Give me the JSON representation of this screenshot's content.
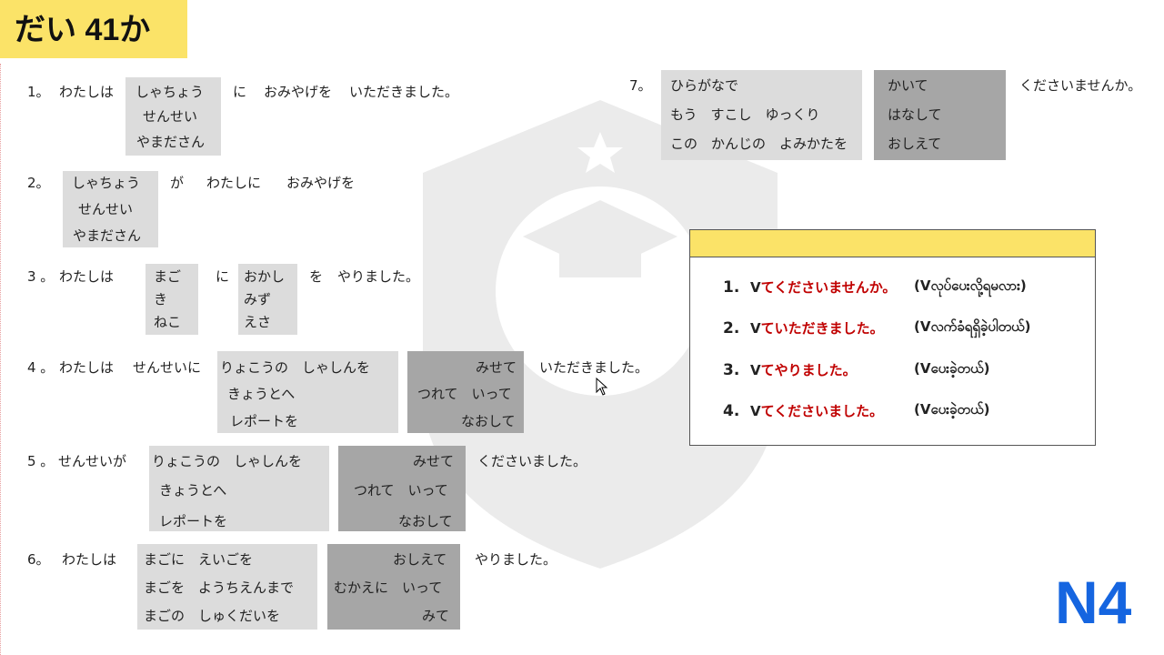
{
  "title": "だい 41か",
  "level": "N4",
  "cursor_icon": "mouse-pointer",
  "ex1": {
    "num": "1。",
    "subject": "わたしは",
    "opts": [
      "しゃちょう",
      "せんせい",
      "やまださん"
    ],
    "p": "に",
    "obj": "おみやげを",
    "verb": "いただきました。"
  },
  "ex2": {
    "num": "2。",
    "opts": [
      "しゃちょう",
      "せんせい",
      "やまださん"
    ],
    "p": "が",
    "to": "わたしに",
    "obj": "おみやげを"
  },
  "ex3": {
    "num": "3 。",
    "subject": "わたしは",
    "opts1": [
      "まご",
      "き",
      "ねこ"
    ],
    "p": "に",
    "opts2": [
      "おかし",
      "みず",
      "えさ"
    ],
    "o": "を",
    "verb": "やりました。"
  },
  "ex4": {
    "num": "4 。",
    "subject": "わたしは",
    "to": "せんせいに",
    "opts1": [
      "りょこうの　しゃしんを",
      "きょうとへ",
      "レポートを"
    ],
    "opts2": [
      "みせて",
      "つれて　いって",
      "なおして"
    ],
    "verb": "いただきました。"
  },
  "ex5": {
    "num": "5 。",
    "subject": "せんせいが",
    "opts1": [
      "りょこうの　しゃしんを",
      "きょうとへ",
      "レポートを"
    ],
    "opts2": [
      "みせて",
      "つれて　いって",
      "なおして"
    ],
    "verb": "くださいました。"
  },
  "ex6": {
    "num": "6。",
    "subject": "わたしは",
    "opts1": [
      "まごに　えいごを",
      "まごを　ようちえんまで",
      "まごの　しゅくだいを"
    ],
    "opts2": [
      "おしえて",
      "むかえに　いって",
      "みて"
    ],
    "verb": "やりました。"
  },
  "ex7": {
    "num": "7。",
    "opts1": [
      "ひらがなで",
      "もう　すこし　ゆっくり",
      "この　かんじの　よみかたを"
    ],
    "opts2": [
      "かいて",
      "はなして",
      "おしえて"
    ],
    "verb": "くださいませんか。"
  },
  "summary": {
    "rows": [
      {
        "n": "1.",
        "v": "V",
        "red": "てくださいませんか。",
        "mm": "(Vလုပ်ပေးလို့ရမလား)"
      },
      {
        "n": "2.",
        "v": "V",
        "red": "ていただきました。",
        "mm": "(Vလက်ခံရရှိခဲ့ပါတယ်)"
      },
      {
        "n": "3.",
        "v": "V",
        "red": "てやりました。",
        "mm": "(Vပေးခဲ့တယ်)"
      },
      {
        "n": "4.",
        "v": "V",
        "red": "てくださいました。",
        "mm": "(Vပေးခဲ့တယ်)"
      }
    ]
  }
}
